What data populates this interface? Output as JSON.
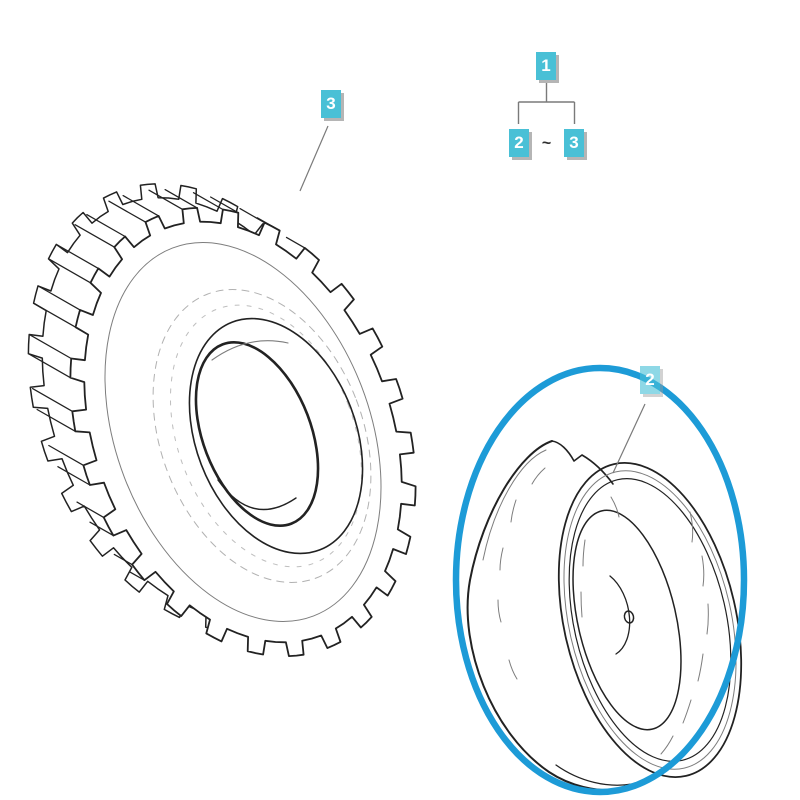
{
  "colors": {
    "background": "#ffffff",
    "callout-fill": "#49c0d6",
    "callout-text": "#ffffff",
    "callout-shadow": "#b5b5b5",
    "highlight": "#1d9bd7",
    "ink": "#222222",
    "sketch": "#7d7d7d",
    "connector": "#7a7a7a"
  },
  "legend_tree": {
    "parent_label": "1",
    "left_child_label": "2",
    "separator": "~",
    "right_child_label": "3"
  },
  "callouts": {
    "tire_label": "3",
    "rim_label": "2"
  }
}
